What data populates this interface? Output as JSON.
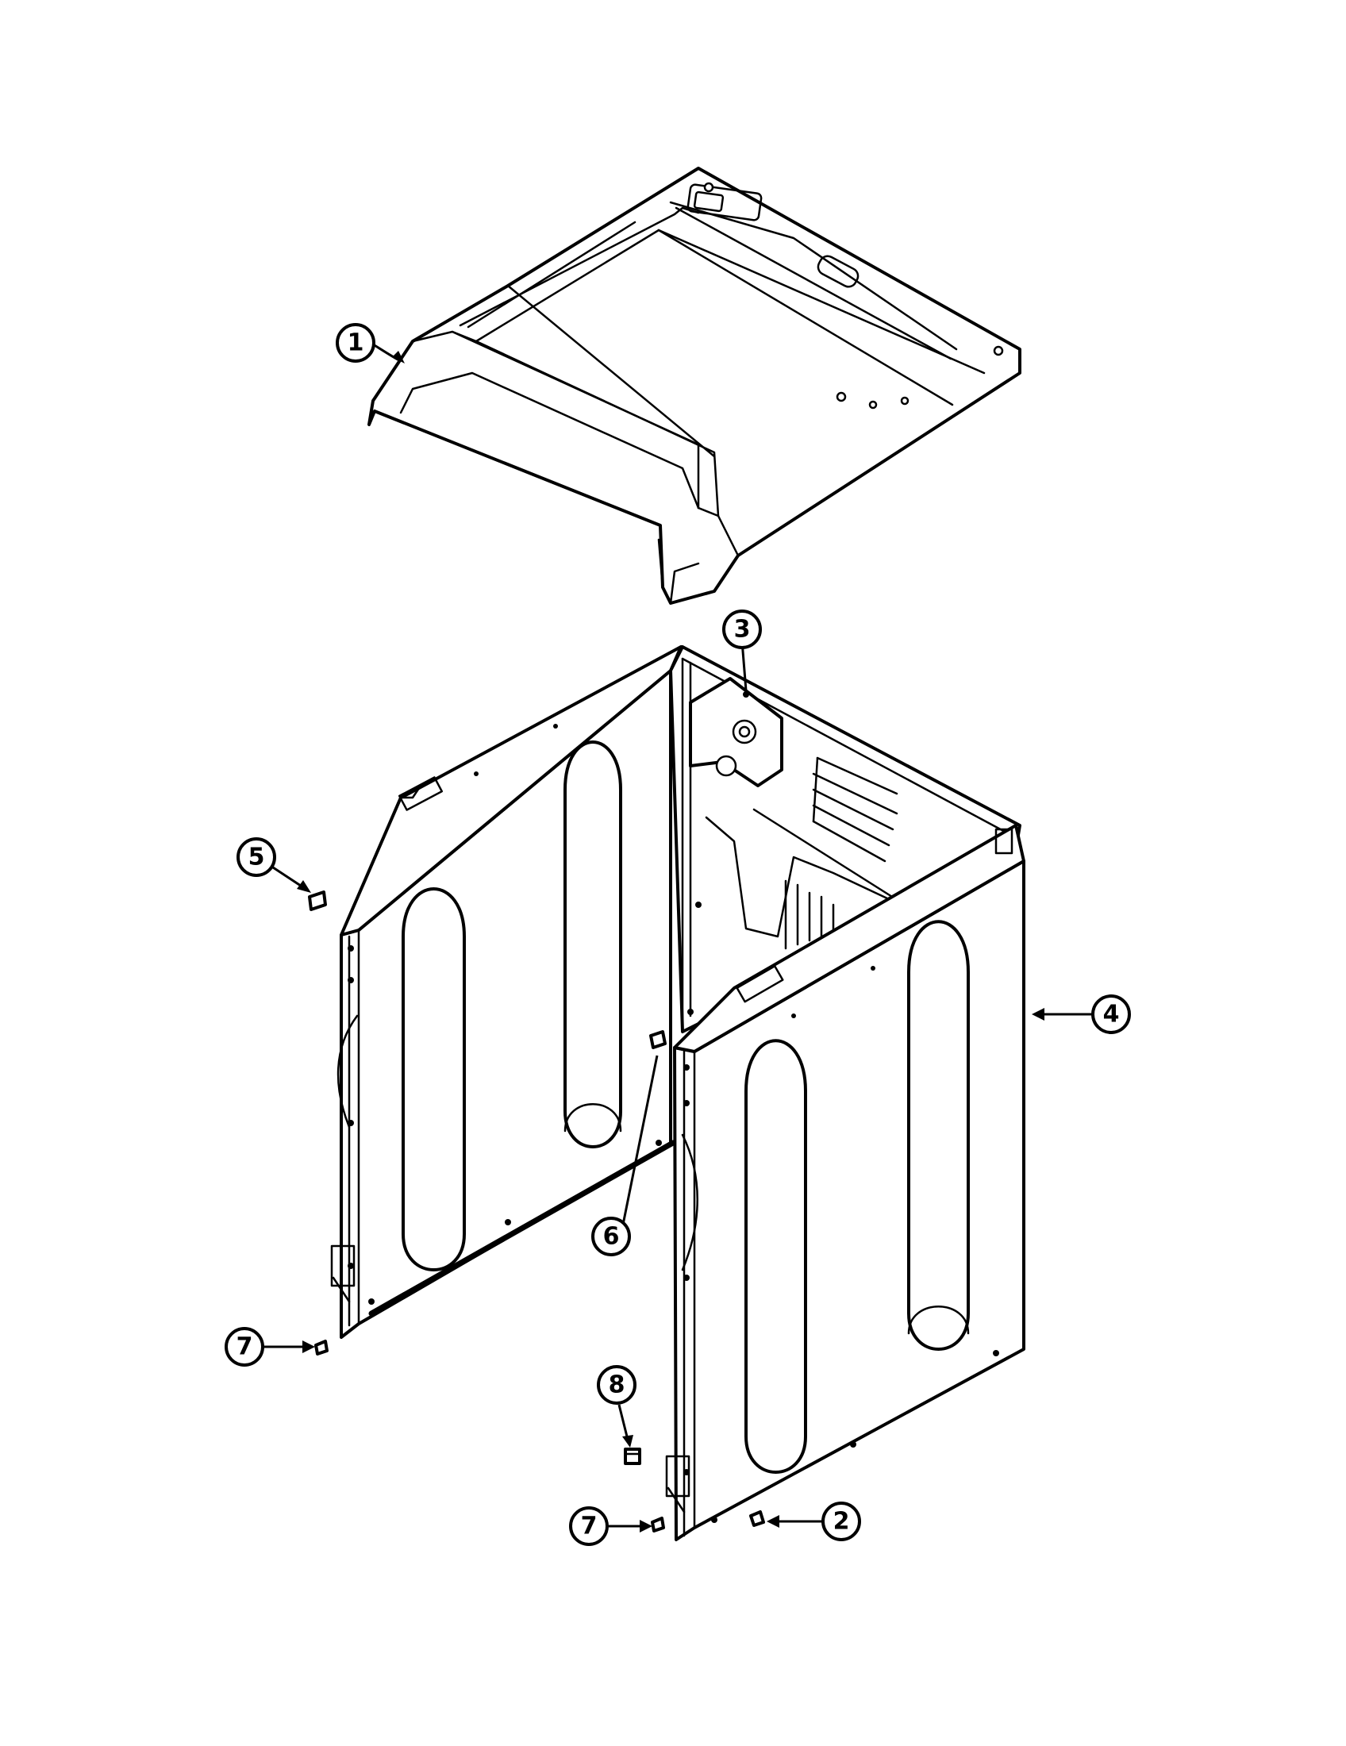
{
  "diagram": {
    "callouts": [
      {
        "id": "callout-1",
        "label": "1"
      },
      {
        "id": "callout-2",
        "label": "2"
      },
      {
        "id": "callout-3",
        "label": "3"
      },
      {
        "id": "callout-4",
        "label": "4"
      },
      {
        "id": "callout-5",
        "label": "5"
      },
      {
        "id": "callout-6",
        "label": "6"
      },
      {
        "id": "callout-7a",
        "label": "7"
      },
      {
        "id": "callout-7b",
        "label": "7"
      },
      {
        "id": "callout-8",
        "label": "8"
      }
    ],
    "colors": {
      "line": "#000000",
      "background": "#ffffff"
    }
  }
}
